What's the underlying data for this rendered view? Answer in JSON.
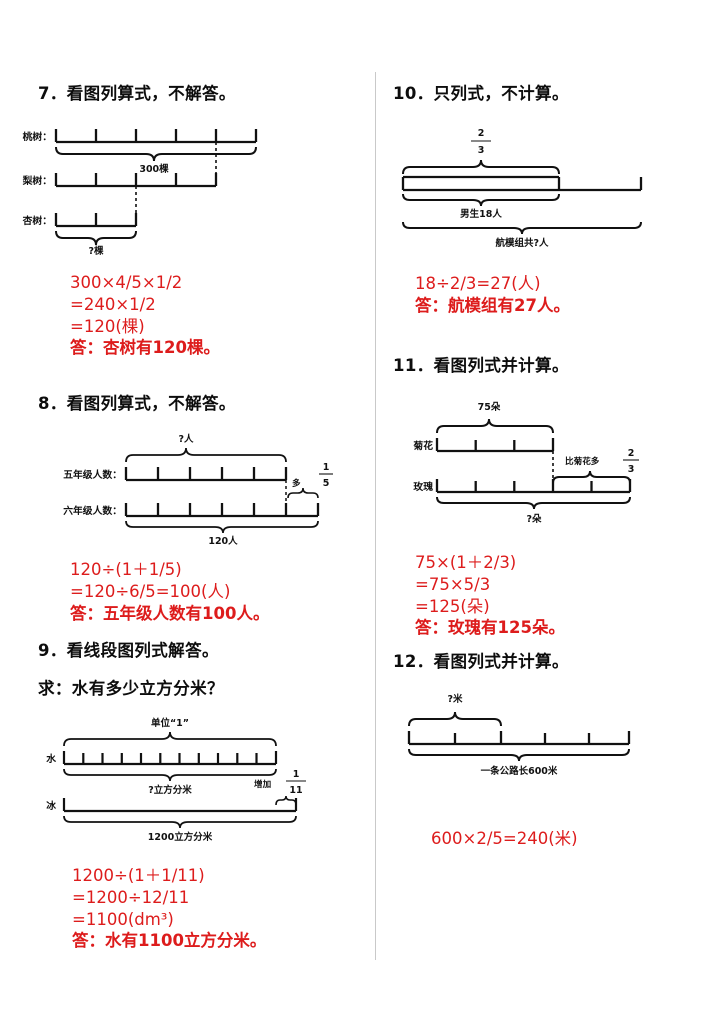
{
  "page": {
    "background": "#ffffff",
    "divider_color": "#c9c9c9",
    "answer_color": "#dd1c1c",
    "ink_color": "#111111"
  },
  "questions": [
    {
      "number": "7",
      "title": "7．看图列算式，不解答。",
      "diagram": {
        "type": "line-segment-bar",
        "rows": [
          {
            "label": "桃树：",
            "segments": 5,
            "brace_below": "300棵"
          },
          {
            "label": "梨树：",
            "segments": 4
          },
          {
            "label": "杏树：",
            "segments": 2,
            "brace_below": "?棵"
          }
        ]
      },
      "answer_lines": [
        "300×4/5×1/2",
        "=240×1/2",
        "=120(棵)",
        "答：杏树有120棵。"
      ]
    },
    {
      "number": "8",
      "title": "8．看图列算式，不解答。",
      "diagram": {
        "type": "line-segment-bar",
        "rows": [
          {
            "label": "五年级人数：",
            "segments": 5,
            "brace_above": "?人"
          },
          {
            "label": "六年级人数：",
            "segments": 6,
            "brace_below": "120人",
            "extra_label": "多",
            "extra_fraction": {
              "num": "1",
              "den": "5"
            }
          }
        ]
      },
      "answer_lines": [
        "120÷(1＋1/5)",
        "=120÷6/5=100(人)",
        "答：五年级人数有100人。"
      ]
    },
    {
      "number": "9",
      "title": "9．看线段图列式解答。",
      "subtitle": "求：水有多少立方分米？",
      "diagram": {
        "type": "line-segment-bar",
        "rows": [
          {
            "label": "水",
            "segments": 11,
            "brace_above": "单位“1”",
            "brace_below": "?立方分米"
          },
          {
            "label": "冰",
            "segments": 12,
            "brace_below": "1200立方分米",
            "extra_label": "增加",
            "extra_fraction": {
              "num": "1",
              "den": "11"
            }
          }
        ]
      },
      "answer_lines": [
        "1200÷(1＋1/11)",
        "=1200÷12/11",
        "=1100(dm³)",
        "答：水有1100立方分米。"
      ]
    },
    {
      "number": "10",
      "title": "10．只列式，不计算。",
      "diagram": {
        "type": "single-bar-fraction",
        "fraction": {
          "num": "2",
          "den": "3"
        },
        "part_label": "男生18人",
        "whole_label": "航模组共?人"
      },
      "answer_lines": [
        "18÷2/3=27(人)",
        "答：航模组有27人。"
      ]
    },
    {
      "number": "11",
      "title": "11．看图列式并计算。",
      "diagram": {
        "type": "line-segment-bar",
        "rows": [
          {
            "label": "菊花",
            "segments": 3,
            "brace_above": "75朵"
          },
          {
            "label": "玫瑰",
            "segments": 5,
            "brace_below": "?朵",
            "extra_label": "比菊花多",
            "extra_fraction": {
              "num": "2",
              "den": "3"
            }
          }
        ]
      },
      "answer_lines": [
        "75×(1＋2/3)",
        "=75×5/3",
        "=125(朵)",
        "答：玫瑰有125朵。"
      ]
    },
    {
      "number": "12",
      "title": "12．看图列式并计算。",
      "diagram": {
        "type": "line-segment-bar",
        "rows": [
          {
            "label": "",
            "segments": 5,
            "brace_above": "?米",
            "brace_below": "一条公路长600米"
          }
        ]
      },
      "answer_lines": [
        "600×2/5=240(米)"
      ]
    }
  ]
}
